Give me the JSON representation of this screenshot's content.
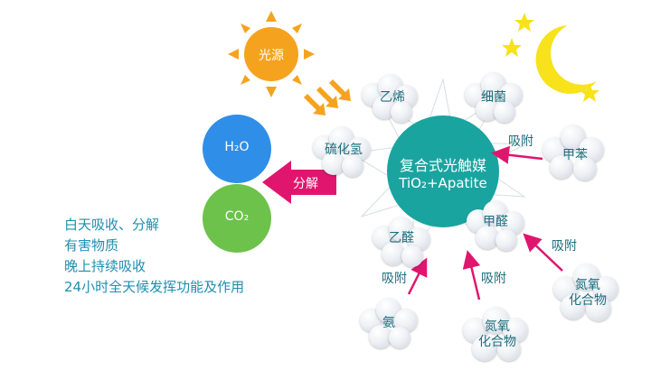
{
  "sun_label": "光源",
  "center": {
    "line1": "复合式光触媒",
    "line2": "TiO₂+Apatite"
  },
  "decompose_label": "分解",
  "products": [
    {
      "label": "H₂O",
      "color": "#2f8ee8"
    },
    {
      "label": "CO₂",
      "color": "#6cc24a"
    }
  ],
  "pollutants": {
    "ethylene": "乙烯",
    "bacteria": "细菌",
    "hydrogen_sulfide": "硫化氢",
    "toluene": "甲苯",
    "formaldehyde": "甲醛",
    "acetaldehyde": "乙醛",
    "nitrogen_oxide_right": "氮氧\n化合物",
    "ammonia": "氨",
    "nitrogen_oxide_bottom": "氮氧\n化合物"
  },
  "adsorb_labels": [
    "吸附",
    "吸附",
    "吸附",
    "吸附"
  ],
  "legend": [
    "白天吸收、分解",
    "有害物质",
    "晚上持续吸收",
    "24小时全天候发挥功能及作用"
  ],
  "colors": {
    "center": "#1aa4a0",
    "arrow": "#e0166e",
    "sun": "#f5a31f",
    "moon": "#f7e21b",
    "text": "#1a6f7e",
    "legend_text": "#1e8fb0"
  }
}
